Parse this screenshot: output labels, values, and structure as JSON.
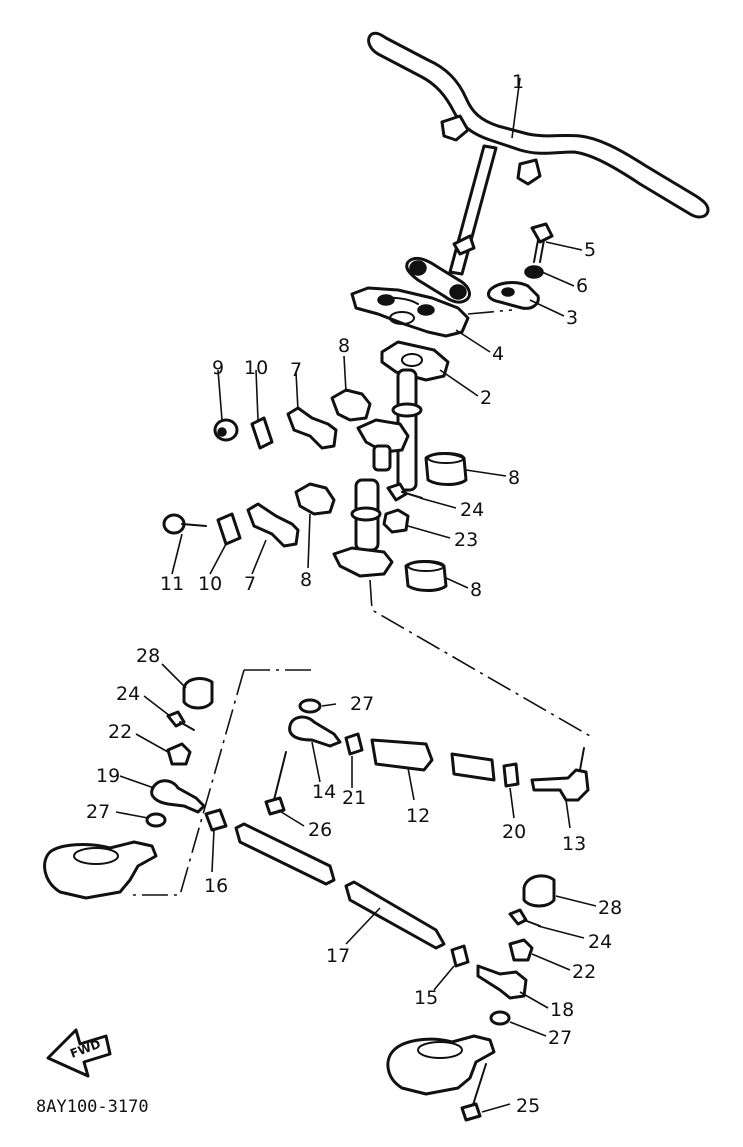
{
  "diagram": {
    "part_code": "8AY100-3170",
    "forward_arrow_label": "FWD",
    "callouts": [
      {
        "id": "c1",
        "label": "1",
        "part": "handlebar"
      },
      {
        "id": "c5",
        "label": "5",
        "part": "bolt"
      },
      {
        "id": "c6",
        "label": "6",
        "part": "washer"
      },
      {
        "id": "c3",
        "label": "3",
        "part": "handlebar-holder-upper"
      },
      {
        "id": "c4",
        "label": "4",
        "part": "handlebar-holder-lower"
      },
      {
        "id": "c2",
        "label": "2",
        "part": "steering-column-upper"
      },
      {
        "id": "c8a",
        "label": "8",
        "part": "bushing"
      },
      {
        "id": "c8b",
        "label": "8",
        "part": "bushing"
      },
      {
        "id": "c8c",
        "label": "8",
        "part": "bushing"
      },
      {
        "id": "c8d",
        "label": "8",
        "part": "bushing"
      },
      {
        "id": "c9",
        "label": "9",
        "part": "nut"
      },
      {
        "id": "c10a",
        "label": "10",
        "part": "lock-washer"
      },
      {
        "id": "c10b",
        "label": "10",
        "part": "lock-washer"
      },
      {
        "id": "c7a",
        "label": "7",
        "part": "bearing-holder"
      },
      {
        "id": "c7b",
        "label": "7",
        "part": "bearing-holder"
      },
      {
        "id": "c11",
        "label": "11",
        "part": "bolt"
      },
      {
        "id": "c24a",
        "label": "24",
        "part": "cotter-pin"
      },
      {
        "id": "c23",
        "label": "23",
        "part": "nut"
      },
      {
        "id": "c28a",
        "label": "28",
        "part": "cap"
      },
      {
        "id": "c24b",
        "label": "24",
        "part": "cotter-pin"
      },
      {
        "id": "c22a",
        "label": "22",
        "part": "nut"
      },
      {
        "id": "c19",
        "label": "19",
        "part": "tie-rod-end"
      },
      {
        "id": "c27a",
        "label": "27",
        "part": "washer"
      },
      {
        "id": "c27b",
        "label": "27",
        "part": "washer"
      },
      {
        "id": "c14",
        "label": "14",
        "part": "tie-rod-end"
      },
      {
        "id": "c21",
        "label": "21",
        "part": "nut"
      },
      {
        "id": "c12",
        "label": "12",
        "part": "tie-rod"
      },
      {
        "id": "c20",
        "label": "20",
        "part": "nut"
      },
      {
        "id": "c13",
        "label": "13",
        "part": "tie-rod-end"
      },
      {
        "id": "c26",
        "label": "26",
        "part": "bolt"
      },
      {
        "id": "c16",
        "label": "16",
        "part": "nut"
      },
      {
        "id": "c28b",
        "label": "28",
        "part": "cap"
      },
      {
        "id": "c24c",
        "label": "24",
        "part": "cotter-pin"
      },
      {
        "id": "c22b",
        "label": "22",
        "part": "nut"
      },
      {
        "id": "c17",
        "label": "17",
        "part": "tie-rod"
      },
      {
        "id": "c15",
        "label": "15",
        "part": "nut"
      },
      {
        "id": "c18",
        "label": "18",
        "part": "tie-rod-end"
      },
      {
        "id": "c27c",
        "label": "27",
        "part": "washer"
      },
      {
        "id": "c25",
        "label": "25",
        "part": "bolt"
      }
    ]
  }
}
